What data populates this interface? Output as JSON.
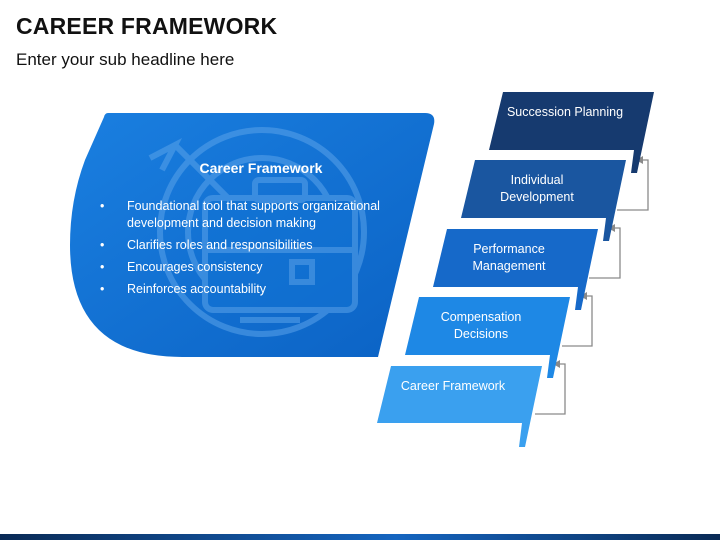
{
  "header": {
    "title": "CAREER FRAMEWORK",
    "subtitle": "Enter your sub headline here"
  },
  "card": {
    "heading": "Career Framework",
    "bullets": [
      "Foundational tool that supports organizational development and decision making",
      "Clarifies roles and responsibilities",
      "Encourages consistency",
      "Reinforces accountability"
    ]
  },
  "steps": [
    {
      "label": "Succession Planning",
      "color": "#163a6f"
    },
    {
      "label": "Individual Development",
      "color": "#1a56a0"
    },
    {
      "label": "Performance Management",
      "color": "#1669c9"
    },
    {
      "label": "Compensation Decisions",
      "color": "#1e88e5"
    },
    {
      "label": "Career Framework",
      "color": "#3aa0ef"
    }
  ],
  "colors": {
    "card_fill": "#1173d4",
    "connector": "#8a8a8a"
  }
}
